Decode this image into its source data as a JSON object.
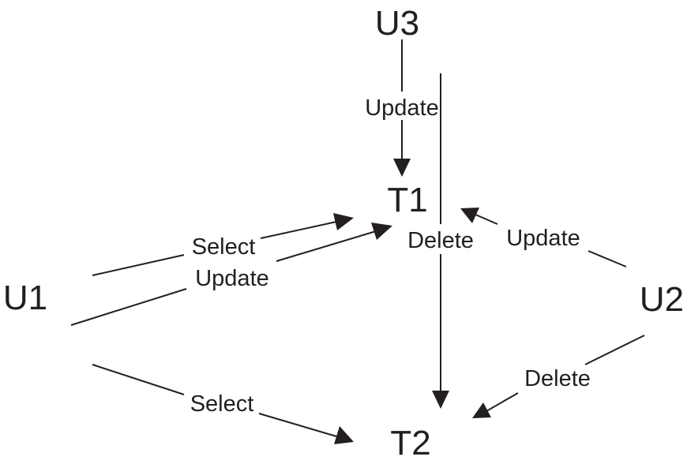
{
  "nodes": {
    "u1": "U1",
    "u2": "U2",
    "u3": "U3",
    "t1": "T1",
    "t2": "T2"
  },
  "edges": [
    {
      "from": "U1",
      "to": "T1",
      "label": "Select"
    },
    {
      "from": "U1",
      "to": "T1",
      "label": "Update"
    },
    {
      "from": "U1",
      "to": "T2",
      "label": "Select"
    },
    {
      "from": "U3",
      "to": "T1",
      "label": "Update"
    },
    {
      "from": "U3",
      "to": "T2",
      "label": "Delete"
    },
    {
      "from": "U2",
      "to": "T1",
      "label": "Update"
    },
    {
      "from": "U2",
      "to": "T2",
      "label": "Delete"
    }
  ]
}
